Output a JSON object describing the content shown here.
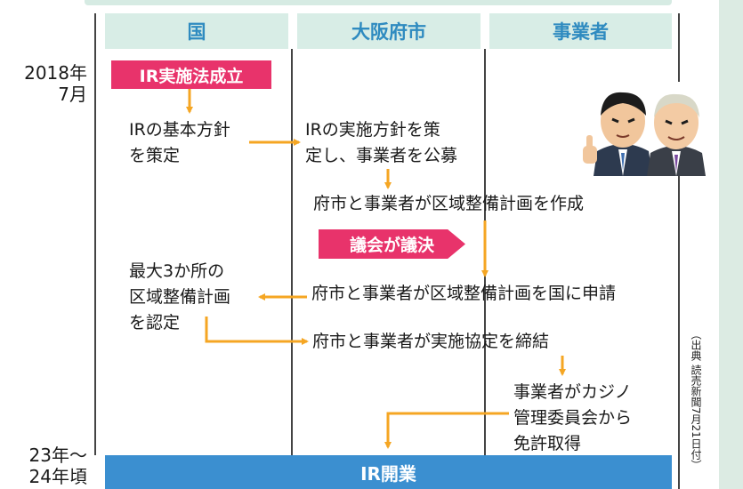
{
  "columns": {
    "national": "国",
    "osaka": "大阪府市",
    "operator": "事業者"
  },
  "years": {
    "start": "2018年\n7月",
    "end": "23年〜\n24年頃"
  },
  "tags": {
    "law": "IR実施法成立",
    "assembly": "議会が議決"
  },
  "steps": {
    "basic_policy": "IRの基本方針\nを策定",
    "implementation_policy": "IRの実施方針を策\n定し、事業者を公募",
    "plan_creation": "府市と事業者が区域整備計画を作成",
    "approval": "最大3か所の\n区域整備計画\nを認定",
    "application": "府市と事業者が区域整備計画を国に申請",
    "agreement": "府市と事業者が実施協定を締結",
    "license": "事業者がカジノ\n管理委員会から\n免許取得"
  },
  "opening": "IR開業",
  "source": "（出典 読売新聞7月21日付）",
  "colors": {
    "tag": "#e8336b",
    "arrow": "#f5a623",
    "bar": "#3b8fd0",
    "header_bg": "#d8ede6",
    "header_text": "#2f8bc0"
  },
  "illustration": "two-businessmen-thumbs-up"
}
